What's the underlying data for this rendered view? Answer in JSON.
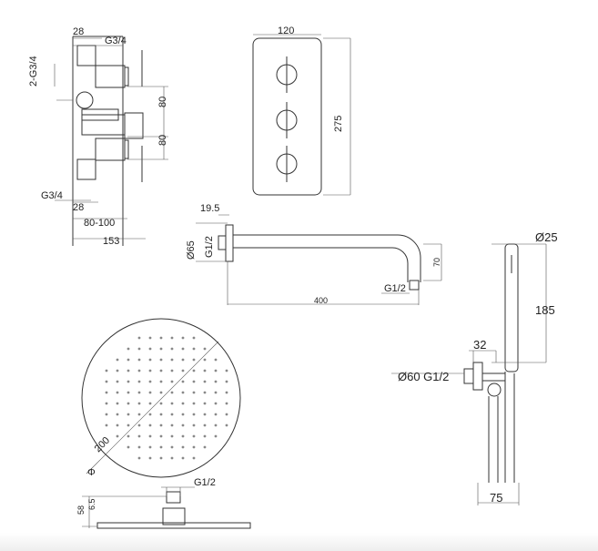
{
  "valve_side": {
    "top_width": "28",
    "top_inlet": "G3/4",
    "side_inlets": "2-G3/4",
    "spacing_upper": "80",
    "spacing_lower": "80",
    "bottom_inlet": "G3/4",
    "bottom_width": "28",
    "depth_range": "80-100",
    "total_depth": "153"
  },
  "valve_front": {
    "width": "120",
    "height": "275"
  },
  "shower_arm": {
    "flange_depth": "19.5",
    "flange_diameter": "Ø65",
    "wall_thread": "G1/2",
    "drop": "70",
    "outlet_thread": "G1/2",
    "length": "400"
  },
  "hand_shower": {
    "diameter": "Ø25",
    "height": "185",
    "outlet_width": "32",
    "elbow_label": "Ø60 G1/2",
    "depth": "75"
  },
  "shower_head": {
    "diameter": "200",
    "diameter_symbol": "Φ",
    "thread": "G1/2",
    "connector_height": "6.5",
    "total_height": "58"
  }
}
